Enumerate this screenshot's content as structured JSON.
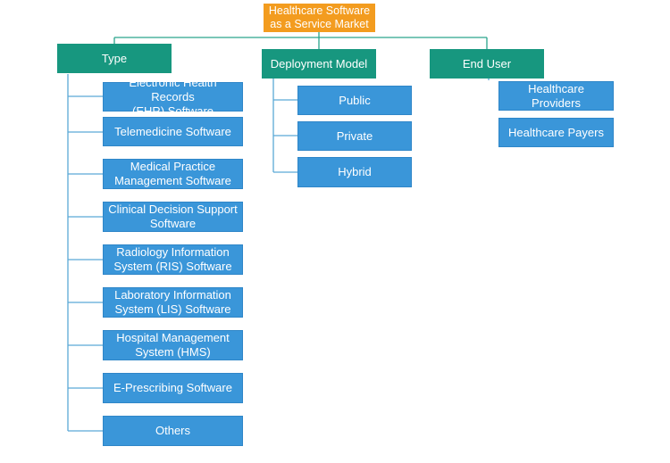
{
  "root": {
    "label": "Healthcare Software\nas a Service Market"
  },
  "categories": [
    {
      "label": "Type",
      "items": [
        "Electronic Health Records\n(EHR) Software",
        "Telemedicine Software",
        "Medical Practice\nManagement Software",
        "Clinical Decision Support\nSoftware",
        "Radiology Information\nSystem (RIS) Software",
        "Laboratory Information\nSystem (LIS) Software",
        "Hospital Management\nSystem (HMS)",
        "E-Prescribing Software",
        "Others"
      ]
    },
    {
      "label": "Deployment Model",
      "items": [
        "Public",
        "Private",
        "Hybrid"
      ]
    },
    {
      "label": "End User",
      "items": [
        "Healthcare Providers",
        "Healthcare Payers"
      ]
    }
  ],
  "colors": {
    "root": "#f39c1f",
    "category": "#17977f",
    "leaf": "#3a96d9",
    "connector": "#5aa9d6"
  }
}
